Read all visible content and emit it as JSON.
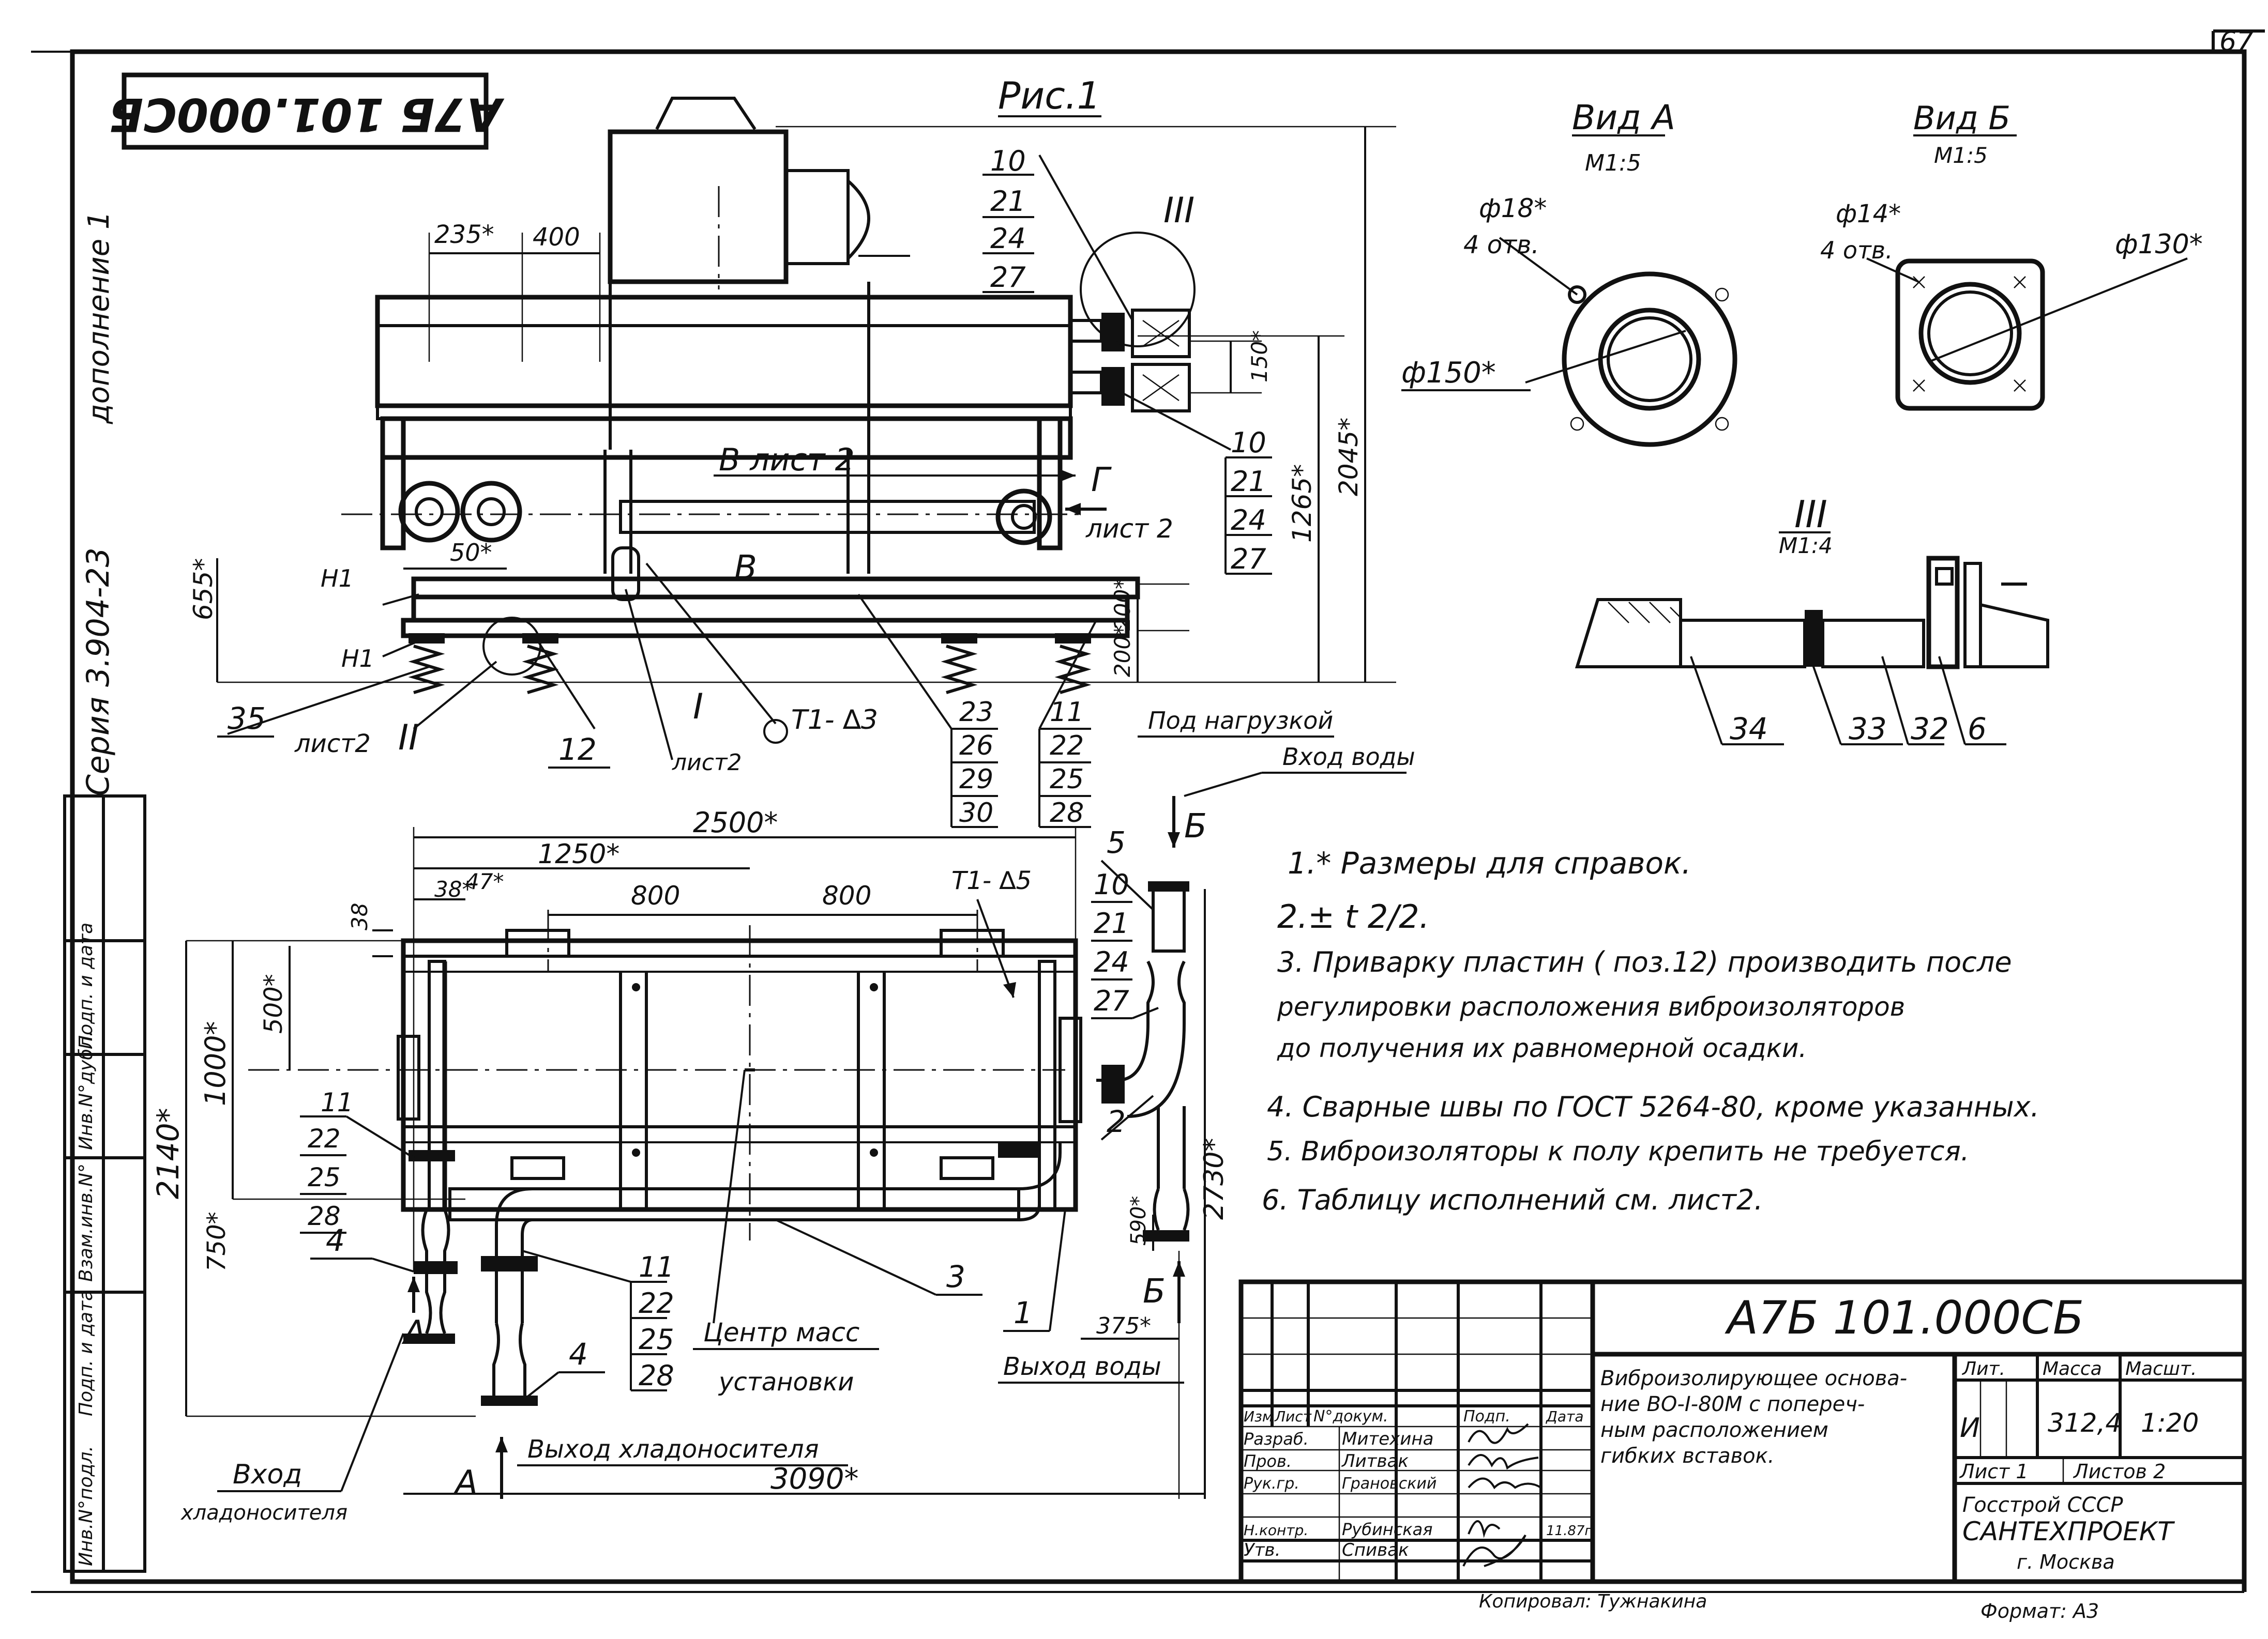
{
  "sheet": {
    "page_number": "67",
    "stamp_code": "А7Б 101.000СБ",
    "figure_title": "Рис.1"
  },
  "margin": {
    "addition": "дополнение 1",
    "series": "Серия 3.904-23",
    "fields": [
      "Инв.N°подл.",
      "Подп. и дата",
      "Взам.инв.N°",
      "Инв.N°дубл.",
      "Подп. и дата"
    ]
  },
  "views": {
    "view_a": {
      "title": "Вид А",
      "scale": "М1:5",
      "hole_dia": "ф18*",
      "hole_count": "4 отв.",
      "outer_dia": "ф150*"
    },
    "view_b": {
      "title": "Вид Б",
      "scale": "М1:5",
      "hole_dia": "ф14*",
      "hole_count": "4 отв.",
      "outer_dia": "ф130*"
    },
    "detail_iii": {
      "title": "III",
      "scale": "М1:4",
      "callouts": [
        "34",
        "33",
        "32",
        "6"
      ]
    }
  },
  "front_view": {
    "dims": {
      "d235": "235*",
      "d400": "400",
      "d50": "50*",
      "d655": "655*",
      "d150": "150*",
      "d1265": "1265*",
      "d2045": "2045*",
      "d200a": "200*",
      "d200b": "200*"
    },
    "labels": {
      "section_v": "В лист 2",
      "view_g": "Г",
      "view_g_sheet": "лист 2",
      "letter_v": "В",
      "h1_top": "Н1",
      "h1_bottom": "Н1",
      "tolerance_mark": "Т1- ∆3",
      "detail_ii": "II",
      "detail_ii_sheet": "лист2",
      "detail_i": "I",
      "detail_i_sheet": "лист2",
      "detail_iii": "III",
      "under_load": "Под нагрузкой"
    },
    "callouts": {
      "top_group": [
        "10",
        "21",
        "24",
        "27"
      ],
      "mid_group": [
        "10",
        "21",
        "24",
        "27"
      ],
      "c35": "35",
      "c12": "12",
      "g23": [
        "23",
        "26",
        "29",
        "30"
      ],
      "g11": [
        "11",
        "22",
        "25",
        "28"
      ]
    }
  },
  "plan_view": {
    "dims": {
      "d2500": "2500*",
      "d1250": "1250*",
      "d38a": "38*",
      "d47": "47*",
      "d38": "38",
      "d800a": "800",
      "d800b": "800",
      "d500": "500*",
      "d1000": "1000*",
      "d2140": "2140*",
      "d750": "750*",
      "d2730": "2730*",
      "d590": "590*",
      "d375": "375*",
      "d3090": "3090*"
    },
    "labels": {
      "water_in": "Вход воды",
      "water_out": "Выход воды",
      "view_b_top": "Б",
      "view_b_bottom": "Б",
      "tolerance_mark": "Т1- ∆5",
      "coolant_in_1": "Вход",
      "coolant_in_2": "хладоносителя",
      "coolant_out": "Выход хладоносителя",
      "view_a_left": "А",
      "view_a_bottom": "А",
      "mass_center_1": "Центр масс",
      "mass_center_2": "установки"
    },
    "callouts": {
      "c5": "5",
      "g10": [
        "10",
        "21",
        "24",
        "27"
      ],
      "c2": "2",
      "g11a": [
        "11",
        "22",
        "25",
        "28"
      ],
      "g11b": [
        "11",
        "22",
        "25",
        "28"
      ],
      "c4a": "4",
      "c4b": "4",
      "c3": "3",
      "c1": "1"
    }
  },
  "notes": [
    "1.* Размеры для справок.",
    "2.± t 2/2.",
    "3. Приварку пластин ( поз.12) производить после",
    "регулировки расположения виброизоляторов",
    "до получения их равномерной осадки.",
    "4. Сварные швы по ГОСТ 5264-80, кроме указанных.",
    "5. Виброизоляторы к полу крепить не требуется.",
    "6. Таблицу исполнений см. лист2."
  ],
  "title_block": {
    "doc_code": "А7Б 101.000СБ",
    "name_lines": [
      "Виброизолирующее основа-",
      "ние ВО-I-80М с попереч-",
      "ным расположением",
      "гибких вставок."
    ],
    "col_headers": [
      "Изм",
      "Лист",
      "N°докум.",
      "Подп.",
      "Дата"
    ],
    "roles": [
      {
        "role": "Разраб.",
        "name": "Митехина"
      },
      {
        "role": "Пров.",
        "name": "Литвак"
      },
      {
        "role": "Рук.гр.",
        "name": "Грановский"
      },
      {
        "role": "Н.контр.",
        "name": "Рубинская"
      },
      {
        "role": "Утв.",
        "name": "Спивак"
      }
    ],
    "date_mark": "11.87г",
    "lit_header": "Лит.",
    "mass_header": "Масса",
    "scale_header": "Масшт.",
    "lit_value": "И",
    "mass_value": "312,4",
    "scale_value": "1:20",
    "sheet_label": "Лист 1",
    "sheets_label": "Листов 2",
    "org_lines": [
      "Госстрой СССР",
      "САНТЕХПРОЕКТ",
      "г. Москва"
    ],
    "copied_by": "Копировал: Тужнакина",
    "format": "Формат: А3"
  }
}
